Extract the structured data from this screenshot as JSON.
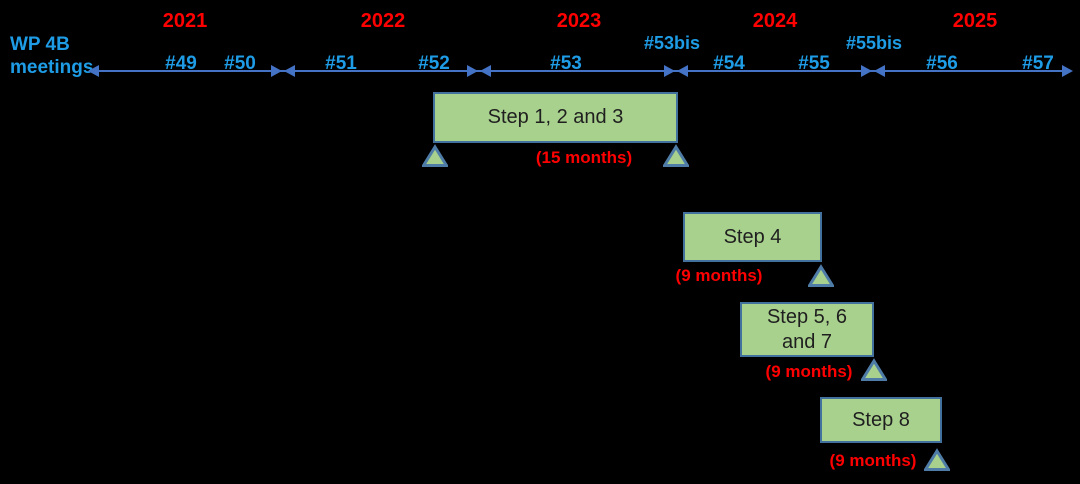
{
  "header": {
    "title_line1": "WP 4B",
    "title_line2": "meetings"
  },
  "timeline": {
    "years": [
      {
        "label": "2021"
      },
      {
        "label": "2022"
      },
      {
        "label": "2023"
      },
      {
        "label": "2024"
      },
      {
        "label": "2025"
      }
    ],
    "meetings": [
      {
        "label": "#49"
      },
      {
        "label": "#50"
      },
      {
        "label": "#51"
      },
      {
        "label": "#52"
      },
      {
        "label": "#53"
      },
      {
        "label": "#54"
      },
      {
        "label": "#55"
      },
      {
        "label": "#56"
      },
      {
        "label": "#57"
      }
    ],
    "bis_meetings": [
      {
        "label": "#53bis"
      },
      {
        "label": "#55bis"
      }
    ]
  },
  "steps": [
    {
      "label": "Step 1, 2 and 3",
      "duration": "(15 months)"
    },
    {
      "label": "Step 4",
      "duration": "(9 months)"
    },
    {
      "label": "Step 5, 6 and 7",
      "duration": "(9 months)"
    },
    {
      "label": "Step 8",
      "duration": "(9 months)"
    }
  ],
  "colors": {
    "background": "#000000",
    "year_text": "#FF0000",
    "meeting_text": "#1E9CE5",
    "title_text": "#1E9CE5",
    "timeline_line": "#4472C4",
    "box_fill": "#A9D18E",
    "box_border": "#41719C",
    "triangle_border": "#4E7CA6",
    "duration_text": "#FF0000"
  }
}
